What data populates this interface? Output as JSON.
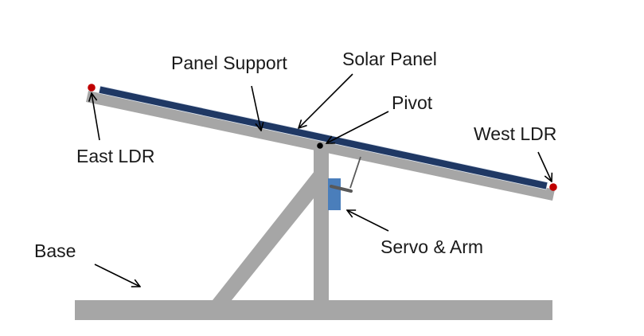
{
  "labels": {
    "panel_support": "Panel Support",
    "solar_panel": "Solar Panel",
    "pivot": "Pivot",
    "east_ldr": "East LDR",
    "west_ldr": "West LDR",
    "servo_arm": "Servo & Arm",
    "base": "Base"
  },
  "colors": {
    "frame": "#a6a6a6",
    "panel": "#1f3864",
    "servo": "#4a7ebb",
    "arm": "#595959",
    "ldr": "#c00000",
    "arrow": "#000000",
    "text": "#1a1a1a"
  }
}
